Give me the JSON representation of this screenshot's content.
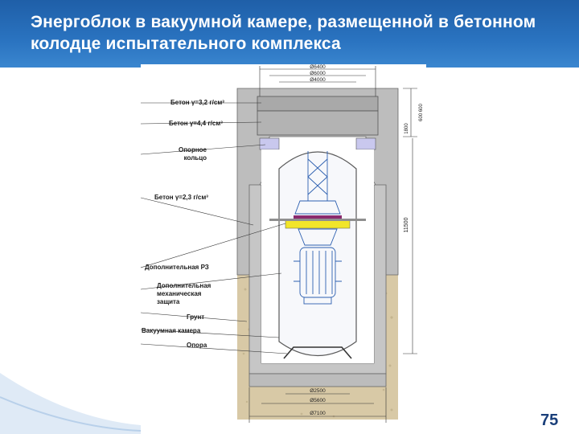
{
  "slide": {
    "title": "Энергоблок в вакуумной камере, размещенной в бетонном колодце испытательного комплекса",
    "page_number": "75"
  },
  "labels": {
    "concrete_top": "Бетон γ=3,2 г/см³",
    "concrete_mid": "Бетон γ=4,4 г/см³",
    "support_ring": "Опорное\nкольцо",
    "concrete_wall": "Бетон γ=2,3 г/см³",
    "extra_rz": "Дополнительная РЗ",
    "extra_mech": "Дополнительная\nмеханическая\nзащита",
    "soil": "Грунт",
    "vacuum_chamber": "Вакуумная камера",
    "support": "Опора"
  },
  "dimensions": {
    "d6400": "Ø6400",
    "d6000": "Ø6000",
    "d4000": "Ø4000",
    "h_top1": "1800",
    "h_top2": "600 600",
    "h_main": "11500",
    "d2500": "Ø2500",
    "d5600": "Ø5600",
    "d7100": "Ø7100"
  },
  "colors": {
    "header": "#2a73c0",
    "concrete": "#b9b9b9",
    "soil": "#d6c7a4",
    "support_ring": "#c9c8ee",
    "rz_yellow": "#f2e52a",
    "rz_purple": "#8a2a6e",
    "reactor_blue": "#2c5fb0"
  }
}
